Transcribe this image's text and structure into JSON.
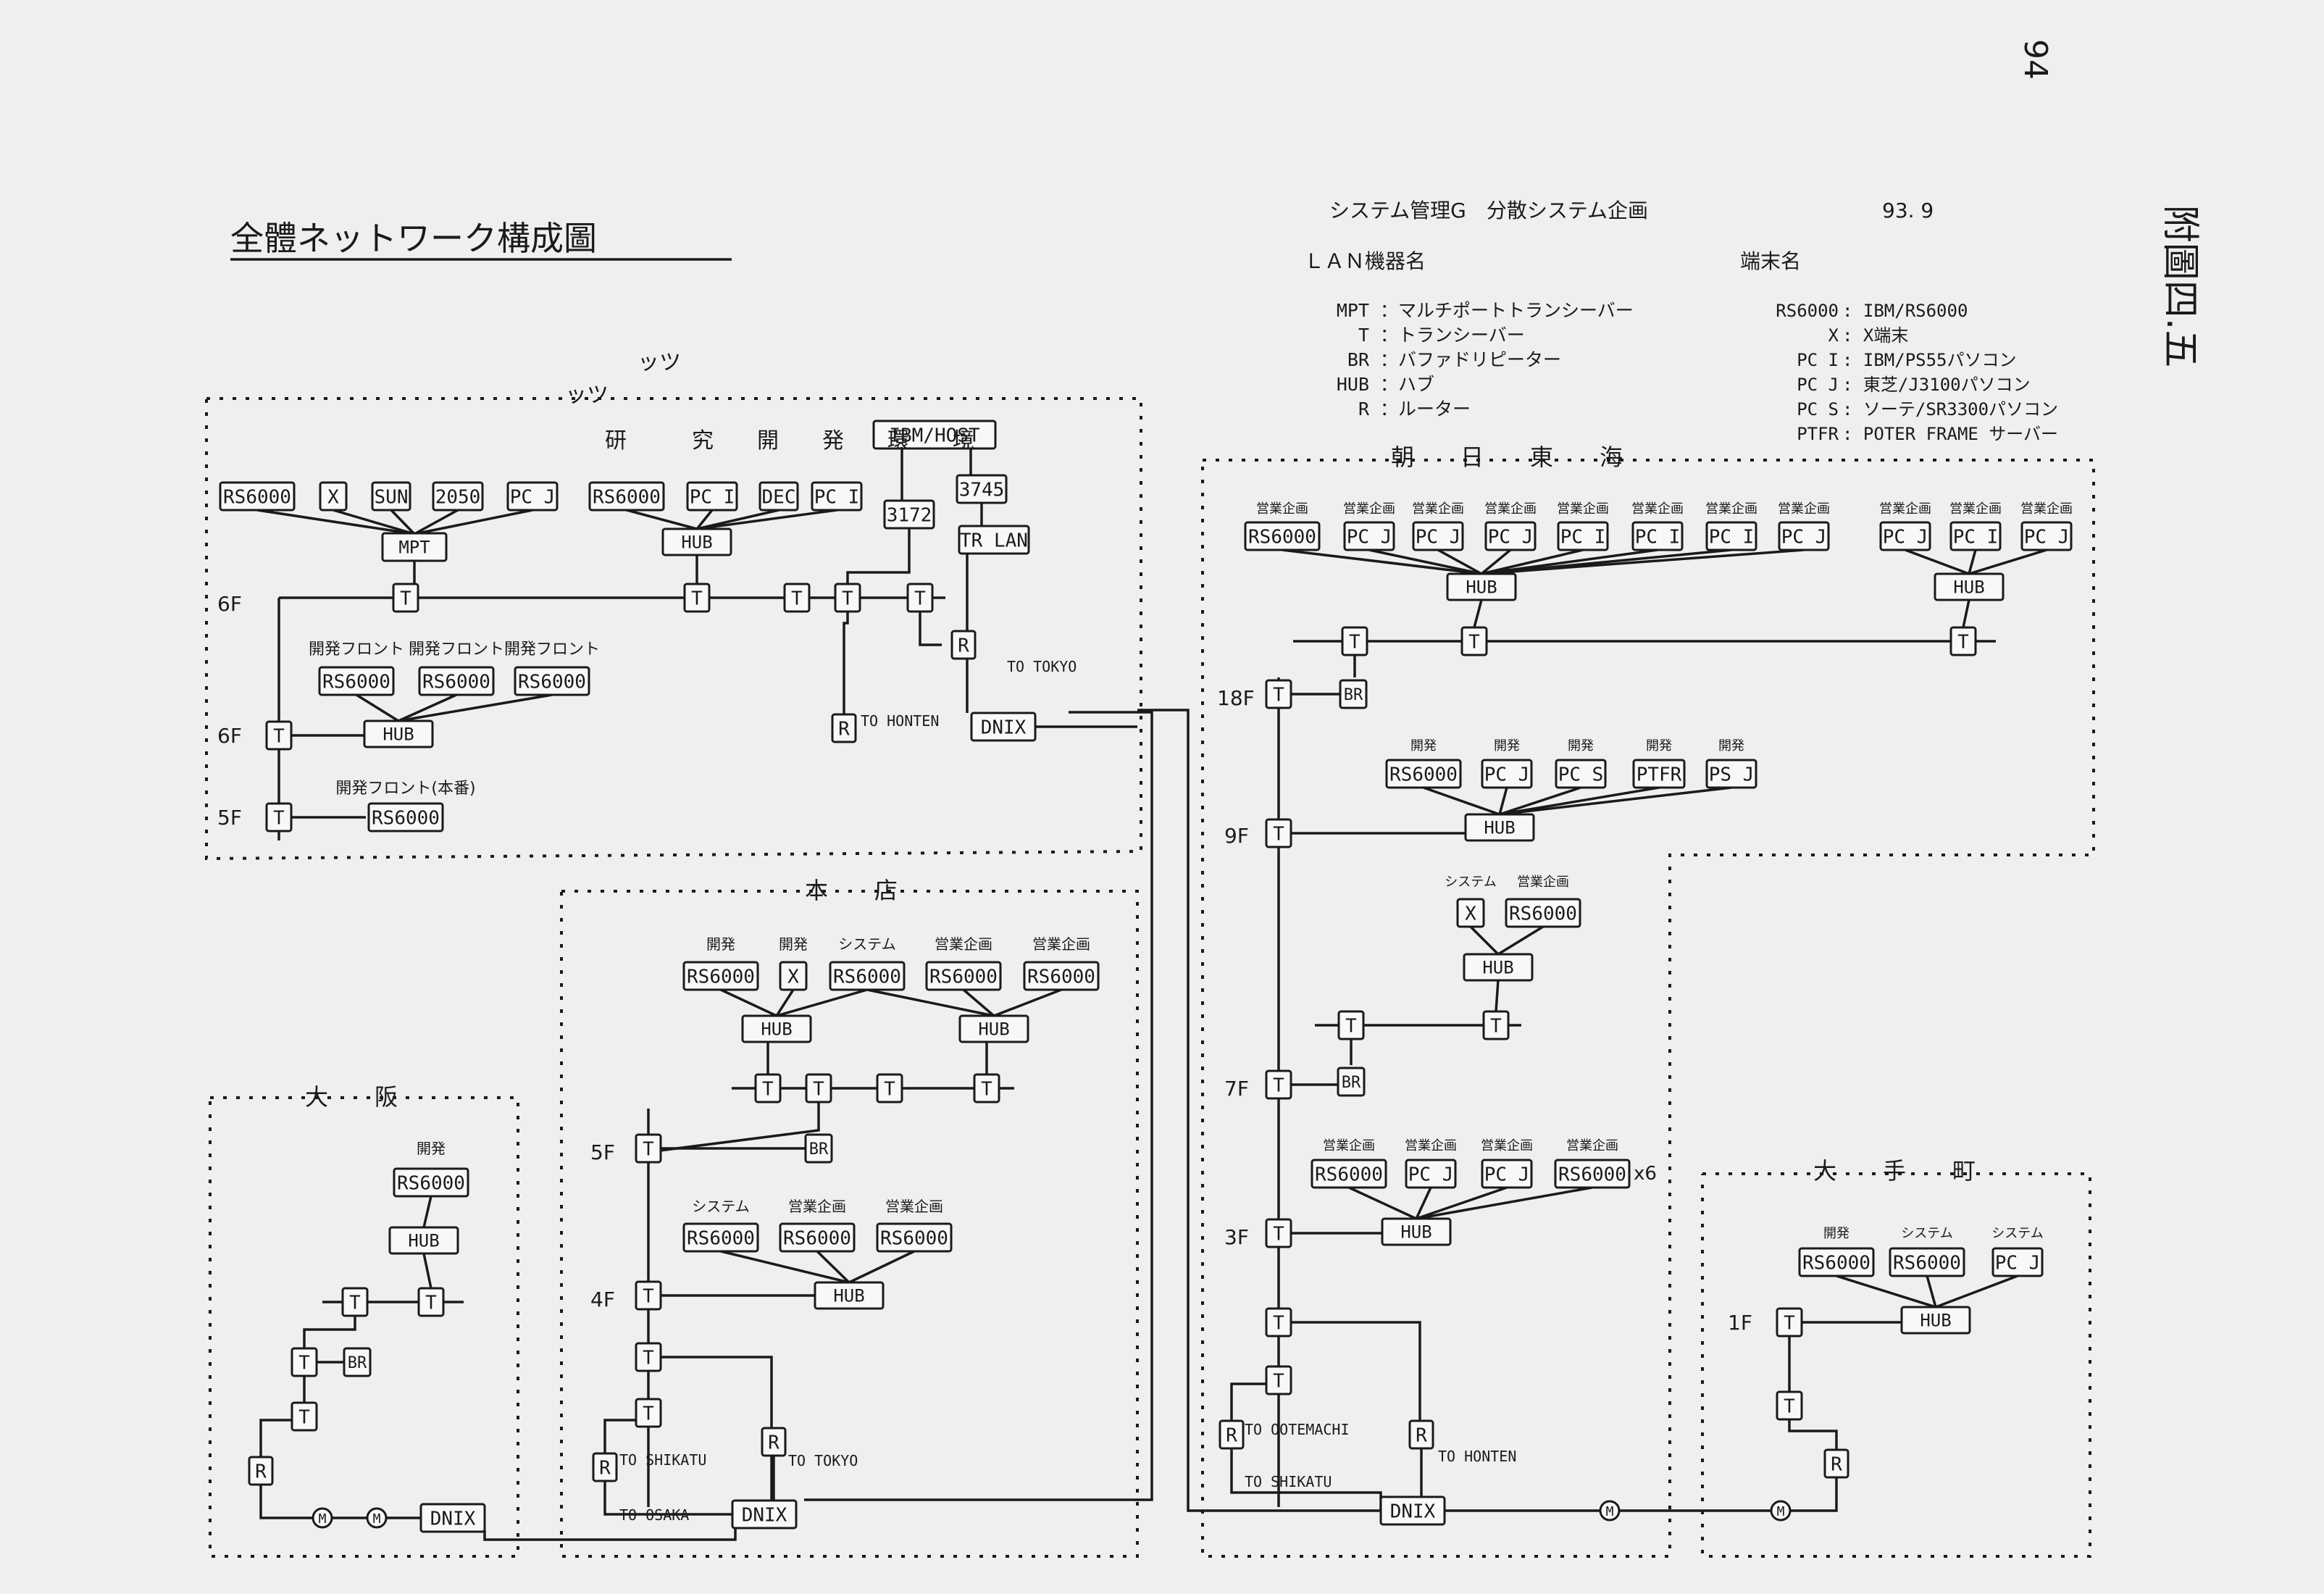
{
  "page_number": "94",
  "title": "全體ネットワーク構成圖",
  "header": {
    "department": "システム管理G　分散システム企画",
    "date": "93. 9",
    "side_label": "附圖四.五"
  },
  "legend": {
    "lan_heading": "ＬＡＮ機器名",
    "lan_items": [
      {
        "code": "MPT",
        "desc": "：マルチポートトランシーバー"
      },
      {
        "code": "T",
        "desc": "：トランシーバー"
      },
      {
        "code": "BR",
        "desc": "：バファドリピーター"
      },
      {
        "code": "HUB",
        "desc": "：ハブ"
      },
      {
        "code": "R",
        "desc": "：ルーター"
      }
    ],
    "terminal_heading": "端末名",
    "terminal_items": [
      {
        "code": "RS6000",
        "desc": ": IBM/RS6000"
      },
      {
        "code": "X",
        "desc": ": X端末"
      },
      {
        "code": "PC I",
        "desc": ": IBM/PS55パソコン"
      },
      {
        "code": "PC J",
        "desc": ": 東芝/J3100パソコン"
      },
      {
        "code": "PC S",
        "desc": ": ソーテ/SR3300パソコン"
      },
      {
        "code": "PTFR",
        "desc": ": POTER FRAME サーバー"
      }
    ]
  },
  "sites": {
    "top": "ッツ",
    "honsha_label": "研　　　究　　開　　発　　環　　境",
    "honten": "本　　店",
    "osaka": "大　　阪",
    "asahi_tokai": "朝　　日　　東　　海",
    "otemachi": "大　　手　　町"
  },
  "floors": {
    "f6": "6F",
    "f5": "5F",
    "f4": "4F",
    "f18": "18F",
    "f9": "9F",
    "f7": "7F",
    "f3": "3F",
    "f1": "1F"
  },
  "devices": {
    "rs6000": "RS6000",
    "x": "X",
    "sun": "SUN",
    "n2050": "2050",
    "pcj": "PC J",
    "pci": "PC I",
    "pcs": "PC S",
    "dec": "DEC",
    "ptfr": "PTFR",
    "psj": "PS J",
    "mpt": "MPT",
    "hub": "HUB",
    "t": "T",
    "br": "BR",
    "r": "R",
    "host": "IBM/HOST",
    "n3172": "3172",
    "n3745": "3745",
    "trlan": "TR LAN",
    "dnix": "DNIX",
    "x6": "x6",
    "modem": "M"
  },
  "annotations": {
    "to_tokyo": "TO TOKYO",
    "to_honten": "TO HONTEN",
    "to_shikatu": "TO SHIKATU",
    "to_osaka": "TO OSAKA",
    "to_otemachi": "TO OOTEMACHI",
    "front": "開発フロント",
    "front2": "開発フロント(本番)",
    "system": "システム",
    "kaihatsu": "開発",
    "eigyo": "営業企画"
  }
}
